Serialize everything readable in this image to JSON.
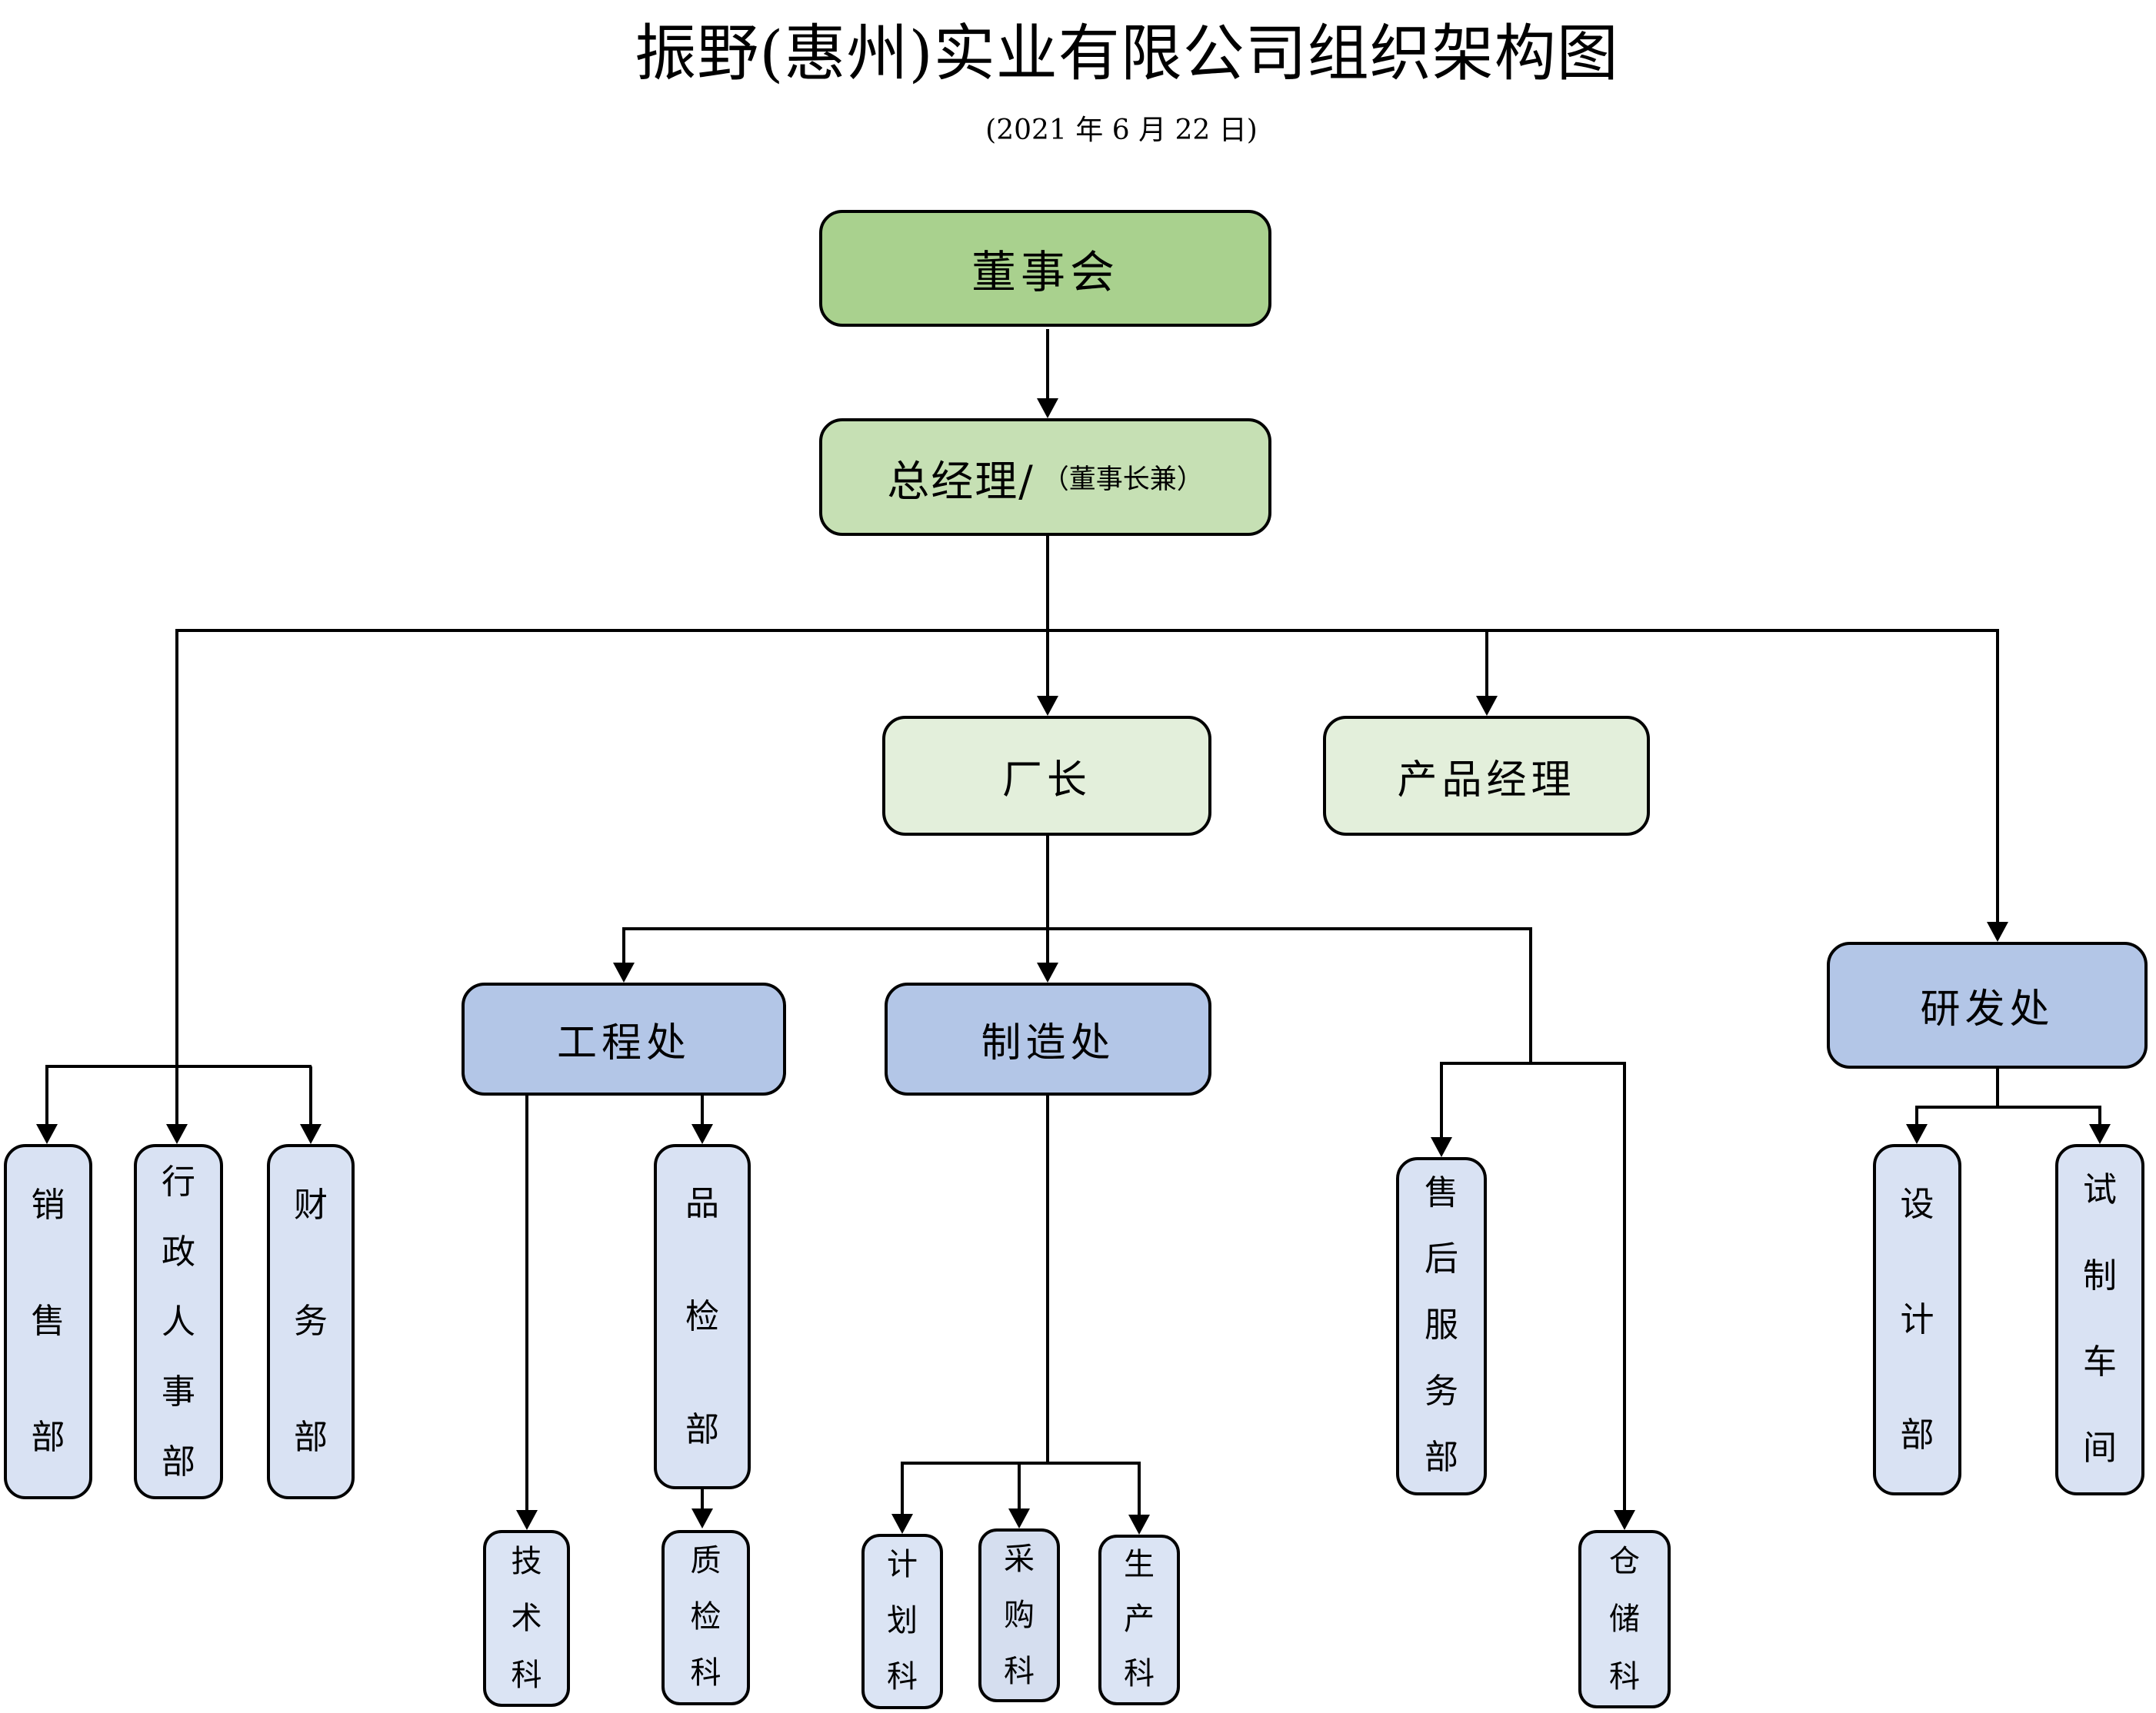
{
  "title": "振野(惠州)实业有限公司组织架构图",
  "subtitle": "(2021 年 6 月 22 日)",
  "org": {
    "board": "董事会",
    "general_manager": "总经理/",
    "general_manager_note": "（董事长兼）",
    "factory_director": "厂长",
    "product_manager": "产品经理",
    "engineering_office": "工程处",
    "manufacturing_office": "制造处",
    "rnd_office": "研发处",
    "sales_dept": "销售部",
    "admin_hr_dept": "行政人事部",
    "finance_dept": "财务部",
    "quality_inspection_dept": "品检部",
    "after_sales_service_dept": "售后服务部",
    "design_dept": "设计部",
    "trial_production_workshop": "试制车间",
    "technology_section": "技术科",
    "quality_check_section": "质检科",
    "planning_section": "计划科",
    "purchasing_section": "采购科",
    "production_section": "生产科",
    "warehouse_section": "仓储科"
  },
  "edges": [
    {
      "from": "董事会",
      "to": "总经理/（董事长兼）"
    },
    {
      "from": "总经理/（董事长兼）",
      "to": "销售部"
    },
    {
      "from": "总经理/（董事长兼）",
      "to": "行政人事部"
    },
    {
      "from": "总经理/（董事长兼）",
      "to": "财务部"
    },
    {
      "from": "总经理/（董事长兼）",
      "to": "厂长"
    },
    {
      "from": "总经理/（董事长兼）",
      "to": "产品经理"
    },
    {
      "from": "总经理/（董事长兼）",
      "to": "研发处"
    },
    {
      "from": "厂长",
      "to": "工程处"
    },
    {
      "from": "厂长",
      "to": "制造处"
    },
    {
      "from": "厂长",
      "to": "售后服务部"
    },
    {
      "from": "厂长",
      "to": "仓储科"
    },
    {
      "from": "工程处",
      "to": "技术科"
    },
    {
      "from": "工程处",
      "to": "品检部"
    },
    {
      "from": "品检部",
      "to": "质检科"
    },
    {
      "from": "制造处",
      "to": "计划科"
    },
    {
      "from": "制造处",
      "to": "采购科"
    },
    {
      "from": "制造处",
      "to": "生产科"
    },
    {
      "from": "研发处",
      "to": "设计部"
    },
    {
      "from": "研发处",
      "to": "试制车间"
    }
  ],
  "colors": {
    "board_fill": "#A9D18E",
    "gm_fill": "#C6E0B4",
    "manager_fill": "#E3EFDB",
    "office_fill": "#B3C6E7",
    "dept_fill": "#D9E2F3",
    "section_fill": "#DBE4F4",
    "line": "#000000",
    "background": "#FFFFFF"
  }
}
